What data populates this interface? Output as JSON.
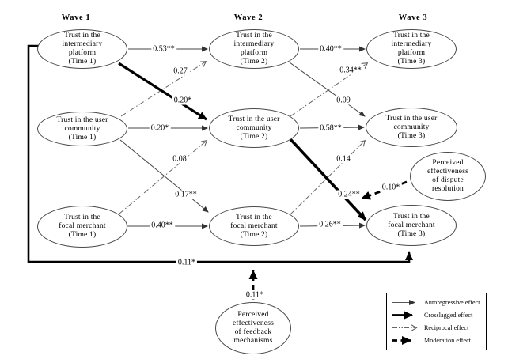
{
  "figure": {
    "type": "cross-lagged panel model",
    "background_color": "#ffffff",
    "line_color": "#000000"
  },
  "waves": [
    {
      "label": "Wave 1"
    },
    {
      "label": "Wave 2"
    },
    {
      "label": "Wave 3"
    }
  ],
  "nodes": {
    "platform_t1": {
      "label": "Trust in the\nintermediary\nplatform\n(Time 1)"
    },
    "community_t1": {
      "label": "Trust in the user\ncommunity\n(Time 1)"
    },
    "merchant_t1": {
      "label": "Trust in the\nfocal merchant\n(Time 1)"
    },
    "platform_t2": {
      "label": "Trust in the\nintermediary\nplatform\n(Time 2)"
    },
    "community_t2": {
      "label": "Trust in the user\ncommunity\n(Time 2)"
    },
    "merchant_t2": {
      "label": "Trust in the\nfocal merchant\n(Time 2)"
    },
    "platform_t3": {
      "label": "Trust in the\nintermediary\nplatform\n(Time 3)"
    },
    "community_t3": {
      "label": "Trust in the user\ncommunity\n(Time 3)"
    },
    "merchant_t3": {
      "label": "Trust in the\nfocal merchant\n(Time 3)"
    },
    "dispute_resolution": {
      "label": "Perceived\neffectiveness\nof dispute\nresolution"
    },
    "feedback_mechanisms": {
      "label": "Perceived\neffectiveness\nof feedback\nmechanisms"
    }
  },
  "edges": {
    "platform1_platform2": {
      "from": "platform_t1",
      "to": "platform_t2",
      "value": "0.53**",
      "type": "autoregressive"
    },
    "community1_community2": {
      "from": "community_t1",
      "to": "community_t2",
      "value": "0.20*",
      "type": "autoregressive"
    },
    "merchant1_merchant2": {
      "from": "merchant_t1",
      "to": "merchant_t2",
      "value": "0.40**",
      "type": "autoregressive"
    },
    "platform2_platform3": {
      "from": "platform_t2",
      "to": "platform_t3",
      "value": "0.40**",
      "type": "autoregressive"
    },
    "community2_community3": {
      "from": "community_t2",
      "to": "community_t3",
      "value": "0.58**",
      "type": "autoregressive"
    },
    "merchant2_merchant3": {
      "from": "merchant_t2",
      "to": "merchant_t3",
      "value": "0.26**",
      "type": "autoregressive"
    },
    "platform1_community2": {
      "from": "platform_t1",
      "to": "community_t2",
      "value": "0.20*",
      "type": "crosslagged"
    },
    "community2_merchant3": {
      "from": "community_t2",
      "to": "merchant_t3",
      "value": "0.24**",
      "type": "crosslagged"
    },
    "platform1_merchant3": {
      "from": "platform_t1",
      "to": "merchant_t3",
      "value": "0.11*",
      "type": "crosslagged"
    },
    "community1_platform2": {
      "from": "community_t1",
      "to": "platform_t2",
      "value": "0.27",
      "type": "reciprocal"
    },
    "merchant1_community2": {
      "from": "merchant_t1",
      "to": "community_t2",
      "value": "0.08",
      "type": "reciprocal"
    },
    "community2_platform3": {
      "from": "community_t2",
      "to": "platform_t3",
      "value": "0.34**",
      "type": "reciprocal"
    },
    "merchant2_community3": {
      "from": "merchant_t2",
      "to": "community_t3",
      "value": "0.14",
      "type": "reciprocal"
    },
    "community1_merchant2": {
      "from": "community_t1",
      "to": "merchant_t2",
      "value": "0.17**",
      "type": "crosslagged-thin"
    },
    "platform2_community3": {
      "from": "platform_t2",
      "to": "community_t3",
      "value": "0.09",
      "type": "crosslagged-thin"
    },
    "feedback_moderation": {
      "from": "feedback_mechanisms",
      "to": "platform1_merchant3",
      "value": "0.11*",
      "type": "moderation"
    },
    "dispute_moderation": {
      "from": "dispute_resolution",
      "to": "community2_merchant3",
      "value": "0.10*",
      "type": "moderation"
    }
  },
  "legend": {
    "items": [
      {
        "label": "Autoregressive effect",
        "type": "autoregressive"
      },
      {
        "label": "Crosslagged effect",
        "type": "crosslagged"
      },
      {
        "label": "Reciprocal effect",
        "type": "reciprocal"
      },
      {
        "label": "Moderation effect",
        "type": "moderation"
      }
    ]
  }
}
